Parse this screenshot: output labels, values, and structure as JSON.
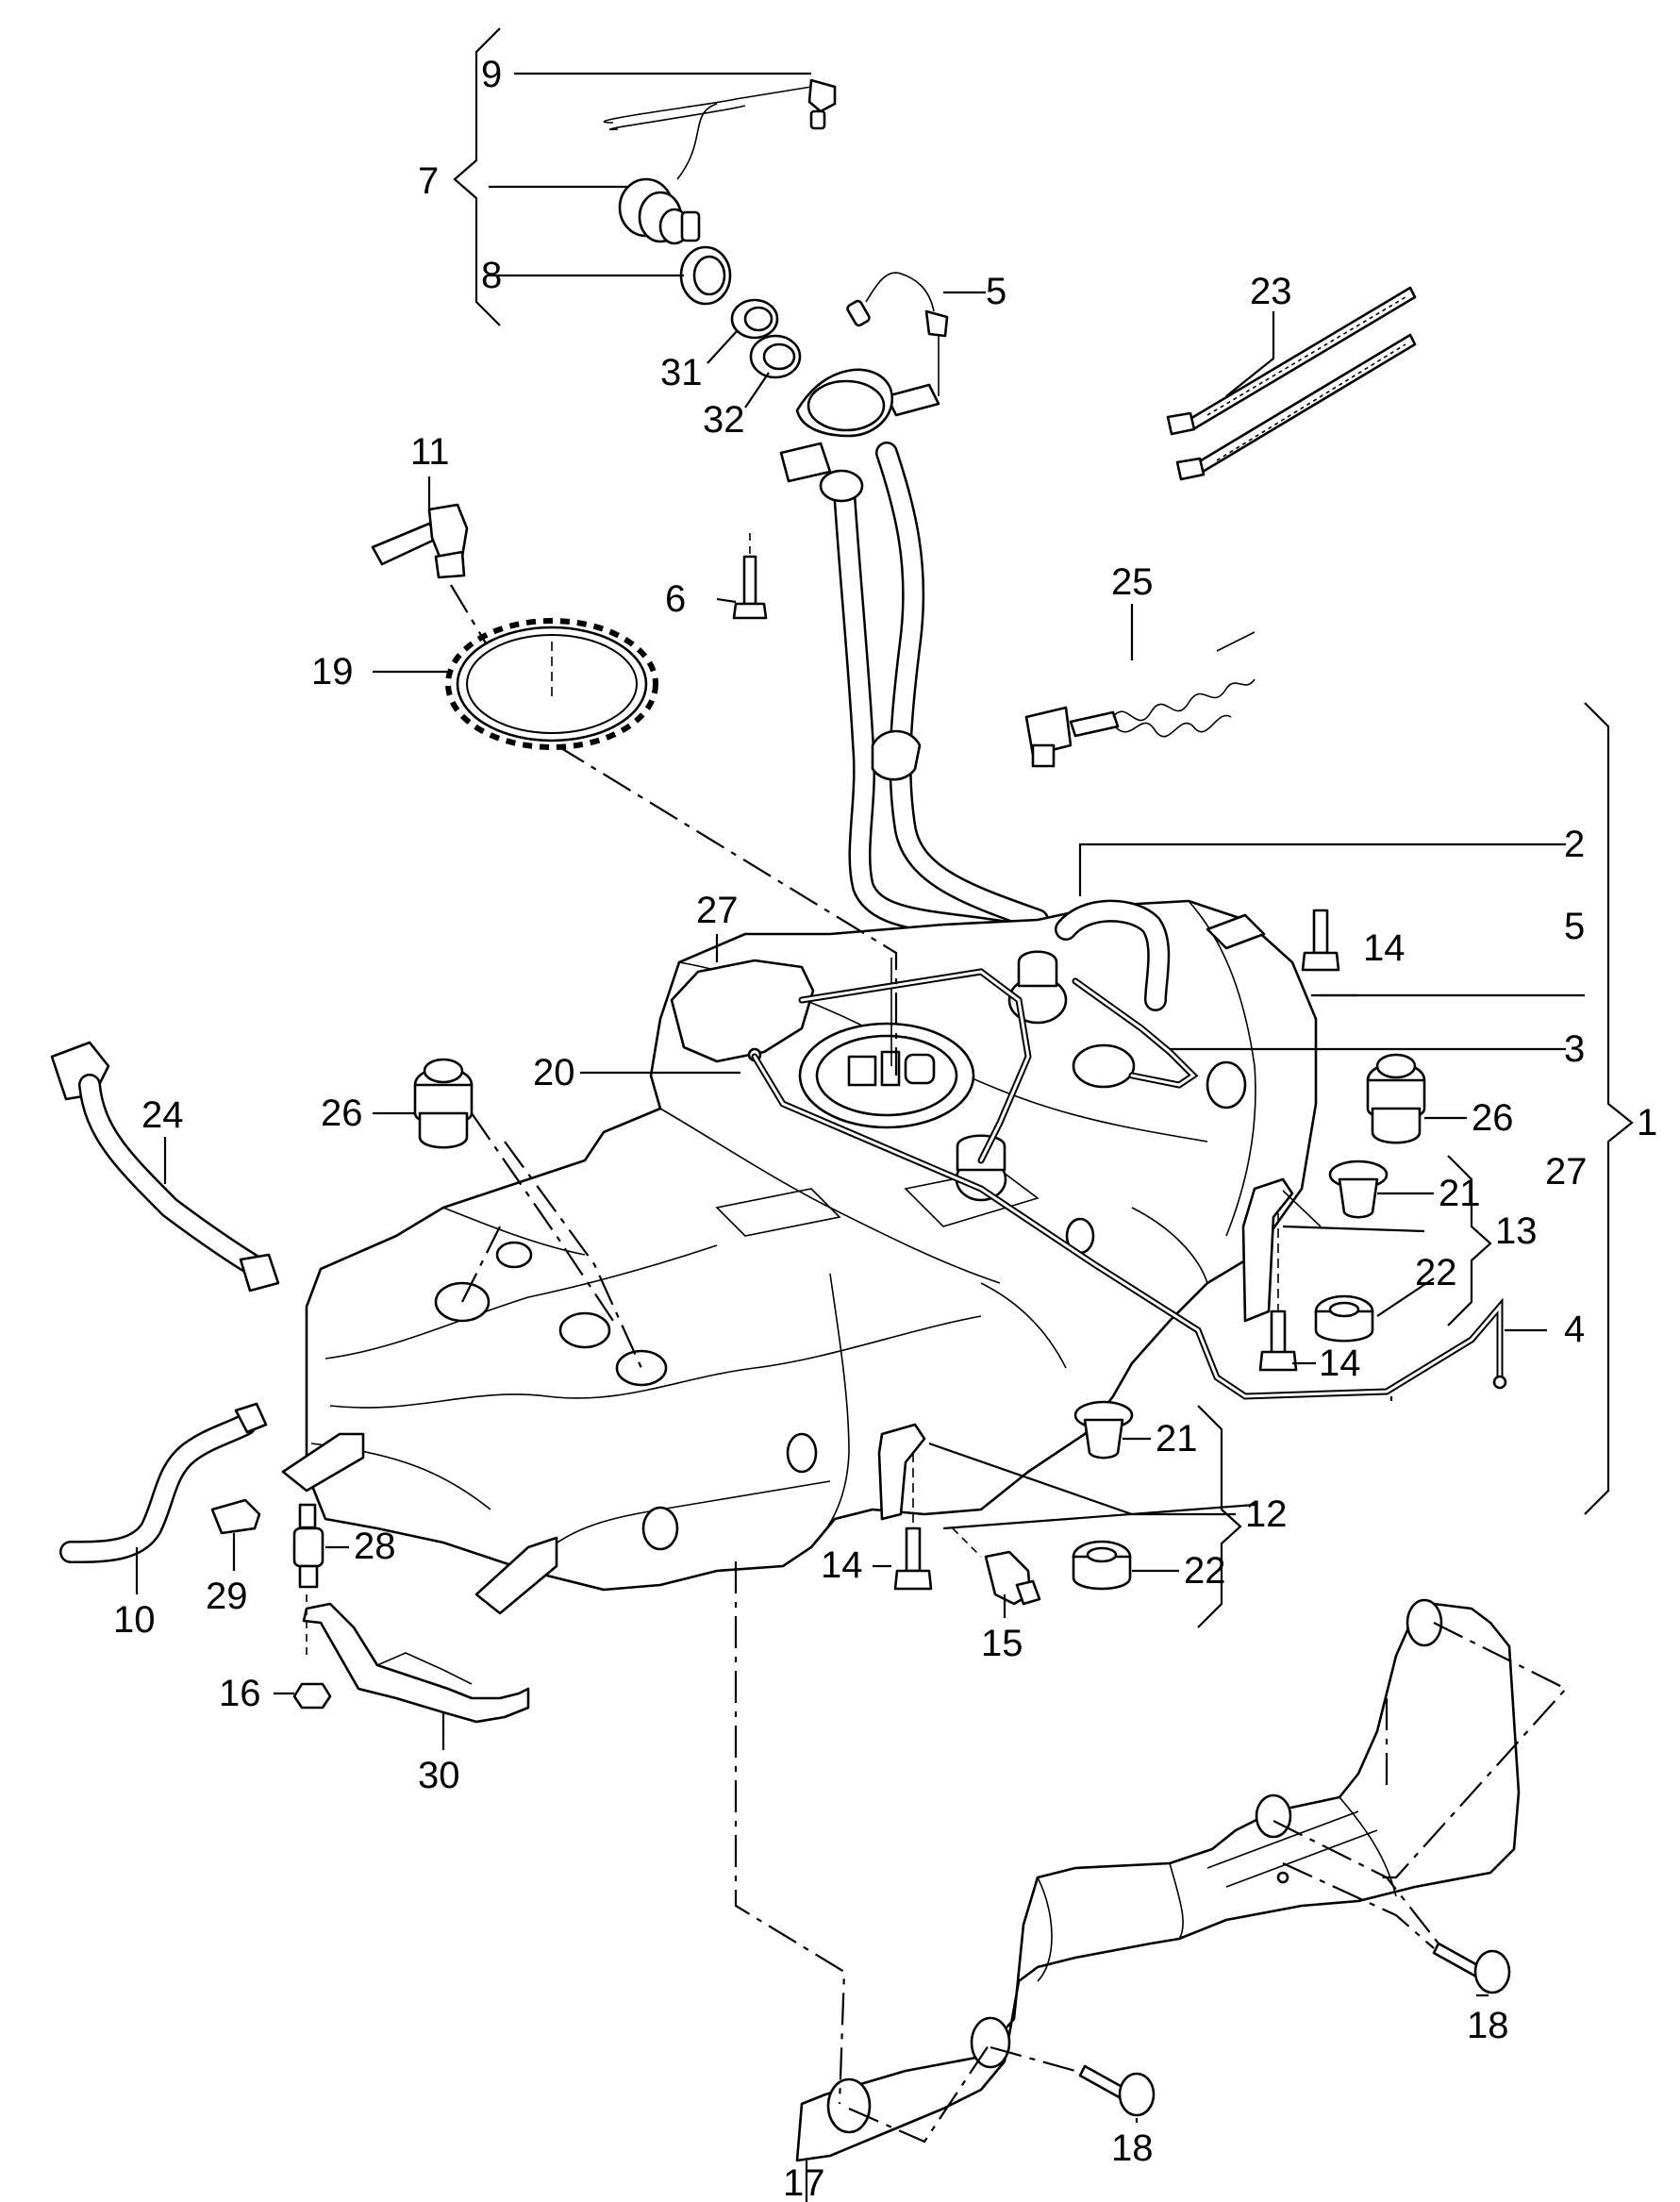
{
  "diagram": {
    "callouts": [
      {
        "id": "c9",
        "text": "9"
      },
      {
        "id": "c7",
        "text": "7"
      },
      {
        "id": "c8",
        "text": "8"
      },
      {
        "id": "c5a",
        "text": "5"
      },
      {
        "id": "c31",
        "text": "31"
      },
      {
        "id": "c32",
        "text": "32"
      },
      {
        "id": "c23",
        "text": "23"
      },
      {
        "id": "c11",
        "text": "11"
      },
      {
        "id": "c6",
        "text": "6"
      },
      {
        "id": "c25",
        "text": "25"
      },
      {
        "id": "c19",
        "text": "19"
      },
      {
        "id": "c2",
        "text": "2"
      },
      {
        "id": "c27a",
        "text": "27"
      },
      {
        "id": "c14a",
        "text": "14"
      },
      {
        "id": "c5b",
        "text": "5"
      },
      {
        "id": "c3",
        "text": "3"
      },
      {
        "id": "c20",
        "text": "20"
      },
      {
        "id": "c24",
        "text": "24"
      },
      {
        "id": "c26a",
        "text": "26"
      },
      {
        "id": "c26b",
        "text": "26"
      },
      {
        "id": "c1",
        "text": "1"
      },
      {
        "id": "c27b",
        "text": "27"
      },
      {
        "id": "c21a",
        "text": "21"
      },
      {
        "id": "c13",
        "text": "13"
      },
      {
        "id": "c22a",
        "text": "22"
      },
      {
        "id": "c4",
        "text": "4"
      },
      {
        "id": "c14b",
        "text": "14"
      },
      {
        "id": "c21b",
        "text": "21"
      },
      {
        "id": "c12",
        "text": "12"
      },
      {
        "id": "c28",
        "text": "28"
      },
      {
        "id": "c29",
        "text": "29"
      },
      {
        "id": "c10",
        "text": "10"
      },
      {
        "id": "c14c",
        "text": "14"
      },
      {
        "id": "c22b",
        "text": "22"
      },
      {
        "id": "c15",
        "text": "15"
      },
      {
        "id": "c16",
        "text": "16"
      },
      {
        "id": "c30",
        "text": "30"
      },
      {
        "id": "c18a",
        "text": "18"
      },
      {
        "id": "c18b",
        "text": "18"
      },
      {
        "id": "c17",
        "text": "17"
      }
    ]
  }
}
